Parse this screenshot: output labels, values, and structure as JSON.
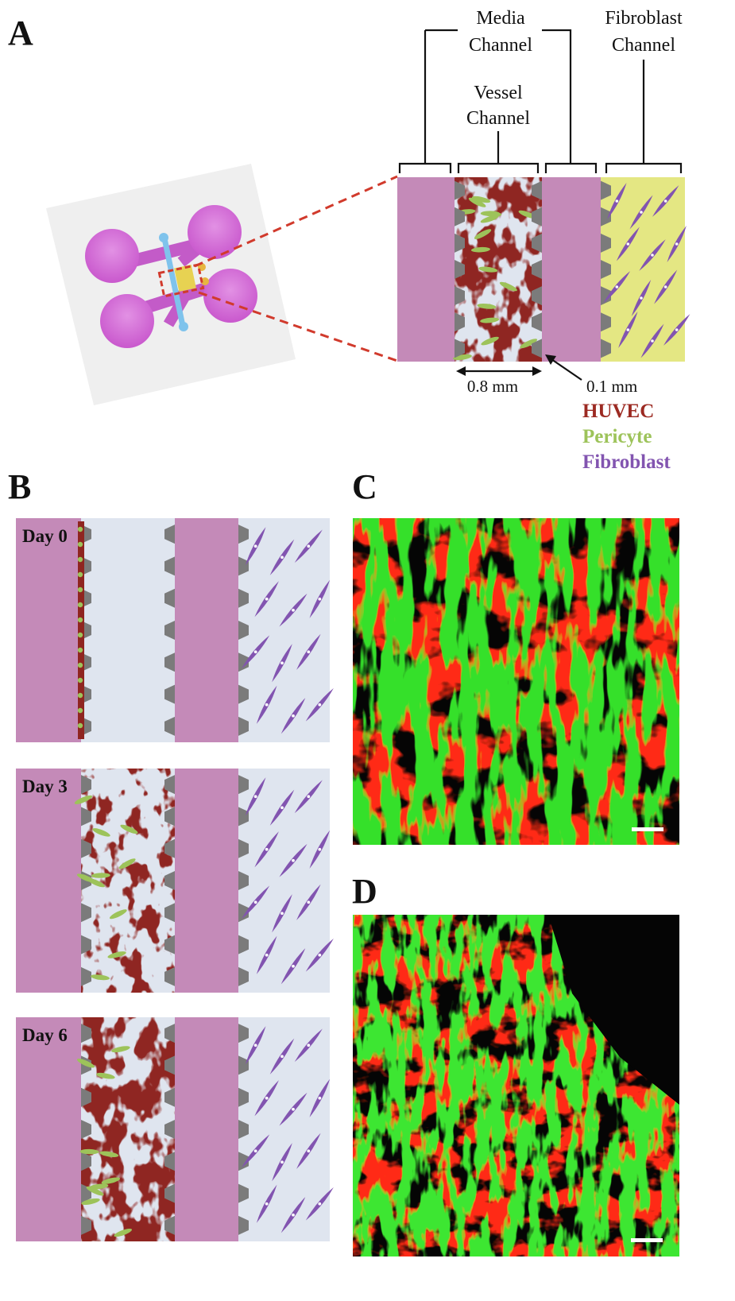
{
  "panels": {
    "a": "A",
    "b": "B",
    "c": "C",
    "d": "D"
  },
  "channels": {
    "media_line1": "Media",
    "media_line2": "Channel",
    "vessel_line1": "Vessel",
    "vessel_line2": "Channel",
    "fibro_line1": "Fibroblast",
    "fibro_line2": "Channel"
  },
  "measurements": {
    "vessel_width": "0.8 mm",
    "post_gap": "0.1 mm"
  },
  "legend": [
    {
      "label": "HUVEC",
      "color": "#9c2a22"
    },
    {
      "label": "Pericyte",
      "color": "#9dc35a"
    },
    {
      "label": "Fibroblast",
      "color": "#8254b0"
    }
  ],
  "days": [
    "Day 0",
    "Day 3",
    "Day 6"
  ],
  "colors": {
    "media": "#c48ab8",
    "chip_pink": "#d56fd8",
    "chip_blue": "#8fc6ea",
    "fibro_gel": "#e4e783",
    "gel_blue": "#dfe5ef",
    "post": "#7b7b7b",
    "vessel": "#8f2520",
    "pericyte": "#9dc35a",
    "fibroblast": "#8254b0",
    "dash": "#d13a2c"
  }
}
